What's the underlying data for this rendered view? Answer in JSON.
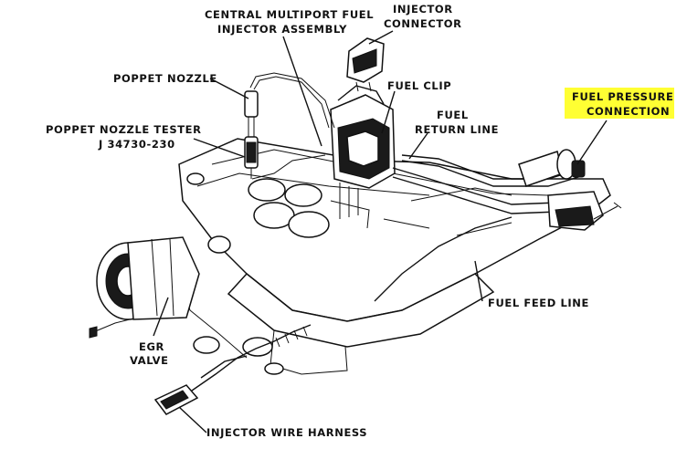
{
  "labels": {
    "central_multiport": [
      "CENTRAL MULTIPORT FUEL",
      "INJECTOR ASSEMBLY"
    ],
    "injector_connector": [
      "INJECTOR",
      "CONNECTOR"
    ],
    "poppet_nozzle": "POPPET NOZZLE",
    "fuel_clip": "FUEL CLIP",
    "fuel_return_line": [
      "FUEL",
      "RETURN LINE"
    ],
    "poppet_nozzle_tester": [
      "POPPET NOZZLE TESTER",
      "J 34730-230"
    ],
    "fuel_pressure_connection": [
      "FUEL PRESSURE",
      "CONNECTION"
    ],
    "fuel_feed_line": "FUEL FEED LINE",
    "egr_valve": [
      "EGR",
      "VALVE"
    ],
    "injector_wire_harness": "INJECTOR WIRE HARNESS"
  },
  "colors": {
    "highlight": "#ffff33",
    "ink": "#111111"
  }
}
